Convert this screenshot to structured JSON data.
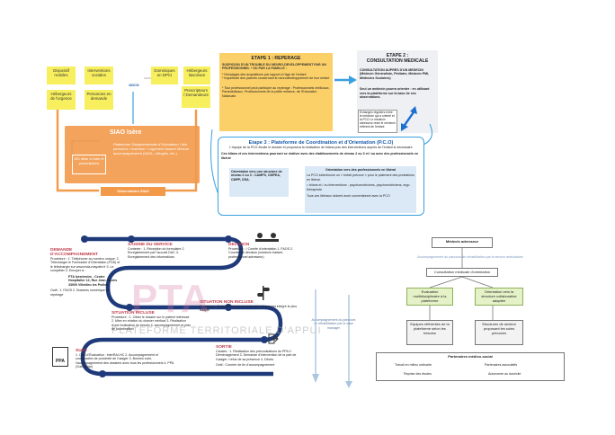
{
  "siao": {
    "notes": [
      "Dispositif mobiles",
      "Interventions sociales",
      "Hébergeurs de l'urgence",
      "Personnes en demande",
      "Dominiques en DPCI",
      "Hébergeurs liavorisen",
      "DDCS",
      "Prescripteurs / Demandeure"
    ],
    "title": "SIAO Isère",
    "subtitle": "Plateforme Départementale d'Orientation / Ibis personne / Insertion / Logement Assuré Mesure accompagnement (AVDL, réfugiés, etc.)",
    "inner_left": "SIS Mise à l'abri et prescriptions",
    "bottom_label": "Observatoire SIAO"
  },
  "etape1": {
    "title": "Etape 1 : REPERAGE",
    "subtitle": "SUSPICION D'UN TROUBLE DU NEURO-DEVELOPPEMENT PAR UN PROFESSIONNEL * OU PAR LA FAMILLE :",
    "bullets": [
      "* Décalages des acquisitions par rapport à l'âge de l'enfant",
      "* Inquiétude des parents concernant le neurodéveloppement de leur enfant"
    ],
    "footnote": "* Tout professionnel peut participer au repérage : Professionnels médicaux, Paramédicaux, Professionnels de la petite enfance, de l'Education Nationale."
  },
  "etape2": {
    "title": "Etape 2 :",
    "subtitle": "CONSULTATION MEDICALE",
    "body": "CONSULTATION AUPRES D'UN MEDECIN (Médecin Généraliste, Pédiatre, Médecin PMI, Médecins Scolaires)",
    "note": "Seul un médecin pourra orienter : en utilisant vers la plateforme sur la base de ses observations.",
    "sticky": "Echanges réguliers entre le médecin qui a orienté et la PCO Le médecin adresseur reste le médecin référent de l'enfant"
  },
  "etape3": {
    "title": "Etape 3 : Plateforme de Coordination et d'Orientation (P.C.O)",
    "subtitle": "L'équipe de la PCO étudie le dossier et proposera la réalisation de bilans puis des interventions auprès de l'enfant si nécessaire",
    "line": "Ces bilans et ces interventions pourront se réaliser avec des établissements de niveau 2 ou 3 et / ou avec des professionnels en libéral",
    "left_box": "Orientation vers une structure de niveau 2 ou 3 : CAMPS, CMPEA, CMPP, CRA.",
    "right_title": "Orientation vers des professionnels en libéral",
    "right_body": "La PCO sélectionne un « forfait précoce » pour le paiement des prestations en libéral.",
    "right_bullet": "= bilans et / ou interventions : psychomotriciens, psychomotriciens, ergo thérapeute",
    "right_foot": "Tous ces libéraux doivent avoir conventionné avec la PCO"
  },
  "timeline": {
    "demande": {
      "title": "DEMANDE D'ACCOMPAGNEMENT",
      "body": "Procédure : 1. Téléphoner au numéro unique. 2. Télécharger le Formulaire d'Orientation (FOD) et le télécharger sur www.mda-mayotte.fr 3. Le compléter 4. Envoyer à :"
    },
    "address": "PTA Isère/entre - Centre Hospitalier 12, Rue Jean Jaurès 33000 Villedieu les Poêles",
    "outil": "Outil : 1. FAOS 2. Dossiers numérique de repérage",
    "saisine": {
      "title": "SAISINE DU SERVICE",
      "body": "Contexte : 1. Réception du formulaire 2. Enregistrement par l'accueil DAC 3. Enregistrement des informations"
    },
    "decision": {
      "title": "DECISION",
      "body": "Procédure : / Comité d'orientation 1. FAOS 2. Courrier de décision (médecin traitant, professionnel adresseur)"
    },
    "inclusion": {
      "title": "SITUATION INCLUSE",
      "body": "Procédure : 1. Cibler le dossier sur le patient intéressé 2. Mise en relation du dossier médical 3. Réalisation d'une évaluation du besoin 4. accompagnement et plan de coordination"
    },
    "non_incluse": {
      "title": "SITUATION NON INCLUSE",
      "body": "Procédure : Orientation vers un partenaire de guichet intégré le plus adapté"
    },
    "sortie": {
      "title": "SORTIE",
      "body": "Causes : 1. Réalisation des préconisations du PPA 2. Déménagement 3. Demande d'intervention de la part de l'usager / refus de sa présence 4. Décès"
    },
    "suivi": {
      "title": "SUIVI",
      "body": "1. Outil d'Évaluation : interRAI-HC 2. Accompagnement et coordination de proximité de l'usager 3. Bonnes suivi, l'accompagnement des dossiers avec tous les professionnels 4. PPA (Suivi Bilan)"
    },
    "outil2": "Outil : Courrier de fin d'accompagnement",
    "ppa": "PPA",
    "watermark": "PLATEFORME TERRITORIALE D'APPUI",
    "logo": "PTA"
  },
  "right_flow": {
    "title": "Médecin adresseur",
    "note_top": "Accompagnement du parcours de réhabilitation par le service ambulatoire",
    "consult": "Consultation médicale d'orientation",
    "eval": "Evaluation multidisciplinaire à la plateforme",
    "orient": "Orientation vers la structure collaborative adaptée",
    "equipes": "Equipes référentes de la plateforme selon les besoins",
    "structures": "Structures de secteur proposant les soins  précoces",
    "partners": "Partenaires médico-social",
    "partners_list": [
      "Travail en milieu ordinaire",
      "Partenaires associatifs",
      "Reprise des études",
      "Autonomie au domicile"
    ],
    "side_note": "Accompagnement du parcours de réhabilitation par le case manager"
  },
  "colors": {
    "orange": "#f29a4a",
    "yellow": "#f7ef5e",
    "blue": "#3aa0e0",
    "green": "#8fb05a"
  }
}
